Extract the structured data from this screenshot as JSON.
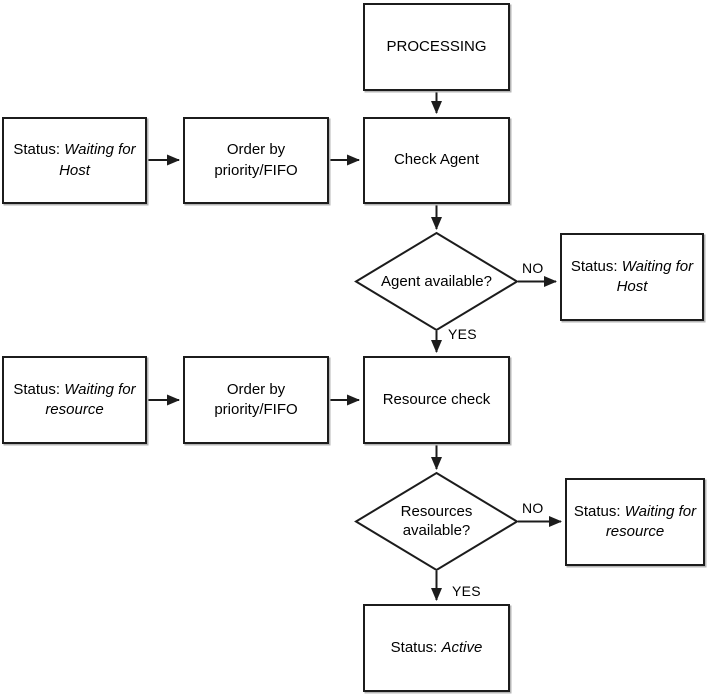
{
  "diagram": {
    "colors": {
      "stroke": "#1c1c1c",
      "node_fill": "#ffffff",
      "text": "#000000",
      "shadow": "#b5b5b5"
    },
    "nodes": {
      "processing": {
        "label": "PROCESSING"
      },
      "waiting_host_left": {
        "prefix": "Status: ",
        "value": "Waiting for Host"
      },
      "order_by_1": {
        "label": "Order by priority/FIFO"
      },
      "check_agent": {
        "label": "Check Agent"
      },
      "agent_available": {
        "label": "Agent available?"
      },
      "waiting_host_right": {
        "prefix": "Status: ",
        "value": "Waiting for Host"
      },
      "waiting_resource_left": {
        "prefix": "Status: ",
        "value": "Waiting for resource"
      },
      "order_by_2": {
        "label": "Order by priority/FIFO"
      },
      "resource_check": {
        "label": "Resource check"
      },
      "resources_available": {
        "label": "Resources available?"
      },
      "waiting_resource_right": {
        "prefix": "Status: ",
        "value": "Waiting for resource"
      },
      "active": {
        "prefix": "Status: ",
        "value": "Active"
      }
    },
    "edge_labels": {
      "no_agent": "NO",
      "yes_agent": "YES",
      "no_resources": "NO",
      "yes_resources": "YES"
    }
  }
}
